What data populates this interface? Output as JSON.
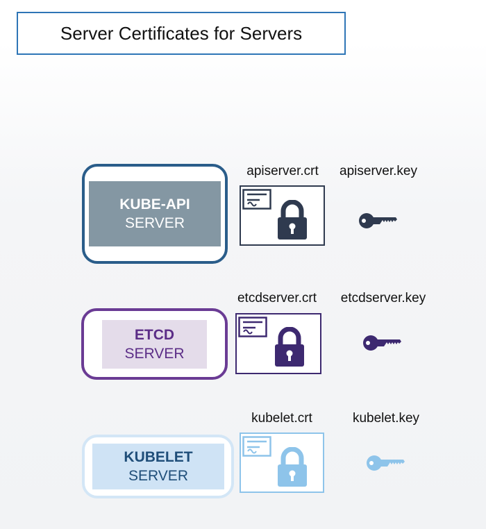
{
  "title": "Server Certificates for Servers",
  "colors": {
    "kube_api_frame": "#2a5d8a",
    "kube_api_fill": "#8497a3",
    "kube_api_text": "#ffffff",
    "etcd_frame": "#6a3b94",
    "etcd_fill": "#e4dcea",
    "etcd_text": "#5b2d87",
    "etcd_icon": "#3d2970",
    "kubelet_frame": "#d3e6f6",
    "kubelet_fill": "#cfe3f5",
    "kubelet_text": "#1f4e79",
    "kubelet_icon": "#8ec4ea",
    "kube_api_icon": "#2f3a4f"
  },
  "servers": [
    {
      "id": "kube-api",
      "name": "KUBE-API",
      "role": "SERVER",
      "cert_file": "apiserver.crt",
      "key_file": "apiserver.key",
      "cert_icon": "certificate-icon",
      "lock_icon": "padlock-icon",
      "key_icon": "key-icon"
    },
    {
      "id": "etcd",
      "name": "ETCD",
      "role": "SERVER",
      "cert_file": "etcdserver.crt",
      "key_file": "etcdserver.key",
      "cert_icon": "certificate-icon",
      "lock_icon": "padlock-icon",
      "key_icon": "key-icon"
    },
    {
      "id": "kubelet",
      "name": "KUBELET",
      "role": "SERVER",
      "cert_file": "kubelet.crt",
      "key_file": "kubelet.key",
      "cert_icon": "certificate-icon",
      "lock_icon": "padlock-icon",
      "key_icon": "key-icon"
    }
  ]
}
